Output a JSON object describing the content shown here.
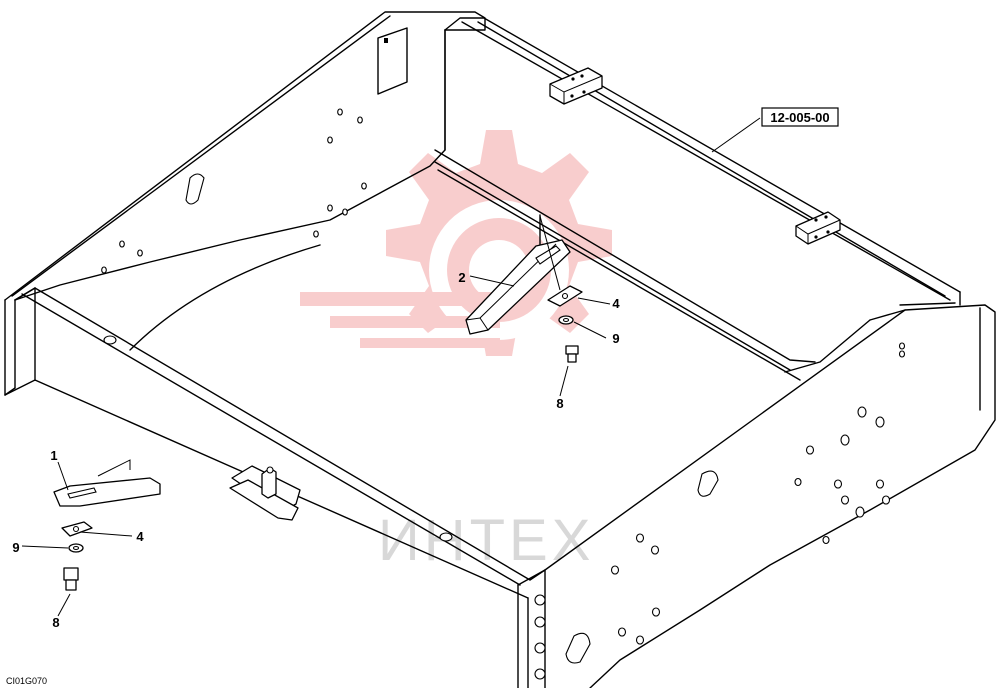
{
  "callouts": [
    {
      "id": "c1",
      "label": "1"
    },
    {
      "id": "c2",
      "label": "2"
    },
    {
      "id": "c4a",
      "label": "4"
    },
    {
      "id": "c4b",
      "label": "4"
    },
    {
      "id": "c8a",
      "label": "8"
    },
    {
      "id": "c8b",
      "label": "8"
    },
    {
      "id": "c9a",
      "label": "9"
    },
    {
      "id": "c9b",
      "label": "9"
    }
  ],
  "reference": {
    "label": "12-005-00"
  },
  "drawing_code": "CI01G070",
  "watermark": {
    "text": "ИНТЕХ",
    "color": "#f4a6a6"
  }
}
